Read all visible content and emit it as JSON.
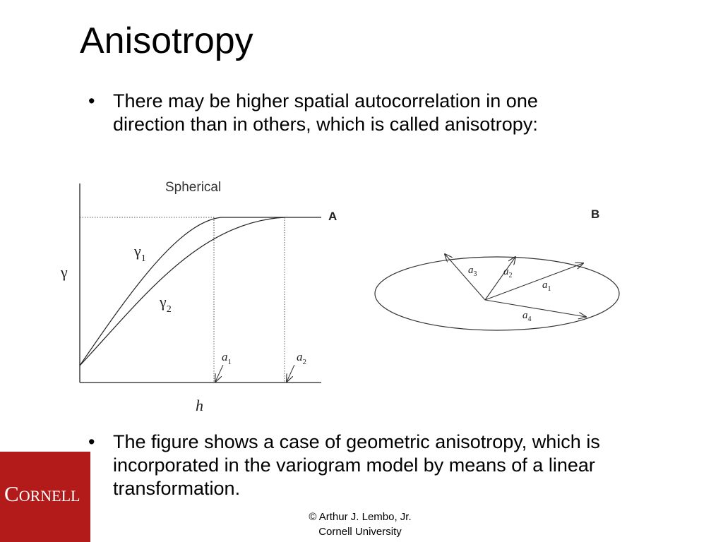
{
  "slide": {
    "title": "Anisotropy",
    "bullets": [
      {
        "marker": "•",
        "lines": [
          "There may be higher spatial autocorrelation in one",
          "direction than in others, which is called anisotropy:"
        ]
      },
      {
        "marker": "•",
        "lines": [
          "The figure shows a case of geometric anisotropy, which is",
          "incorporated in the variogram model by means of a linear",
          "transformation."
        ]
      }
    ]
  },
  "figure": {
    "panel_a": {
      "title": "Spherical",
      "panel_label": "A",
      "y_axis_label": "γ",
      "x_axis_label": "h",
      "curve_1": {
        "symbol": "γ",
        "subscript": "1"
      },
      "curve_2": {
        "symbol": "γ",
        "subscript": "2"
      },
      "range_1": {
        "symbol": "a",
        "subscript": "1"
      },
      "range_2": {
        "symbol": "a",
        "subscript": "2"
      }
    },
    "panel_b": {
      "panel_label": "B",
      "vectors": [
        {
          "symbol": "a",
          "subscript": "1"
        },
        {
          "symbol": "a",
          "subscript": "2"
        },
        {
          "symbol": "a",
          "subscript": "3"
        },
        {
          "symbol": "a",
          "subscript": "4"
        }
      ]
    }
  },
  "logo": {
    "text_cap": "C",
    "text_rest": "ORNELL",
    "background": "#b31b1b"
  },
  "footer": {
    "line1": "© Arthur J. Lembo, Jr.",
    "line2": "Cornell University"
  }
}
